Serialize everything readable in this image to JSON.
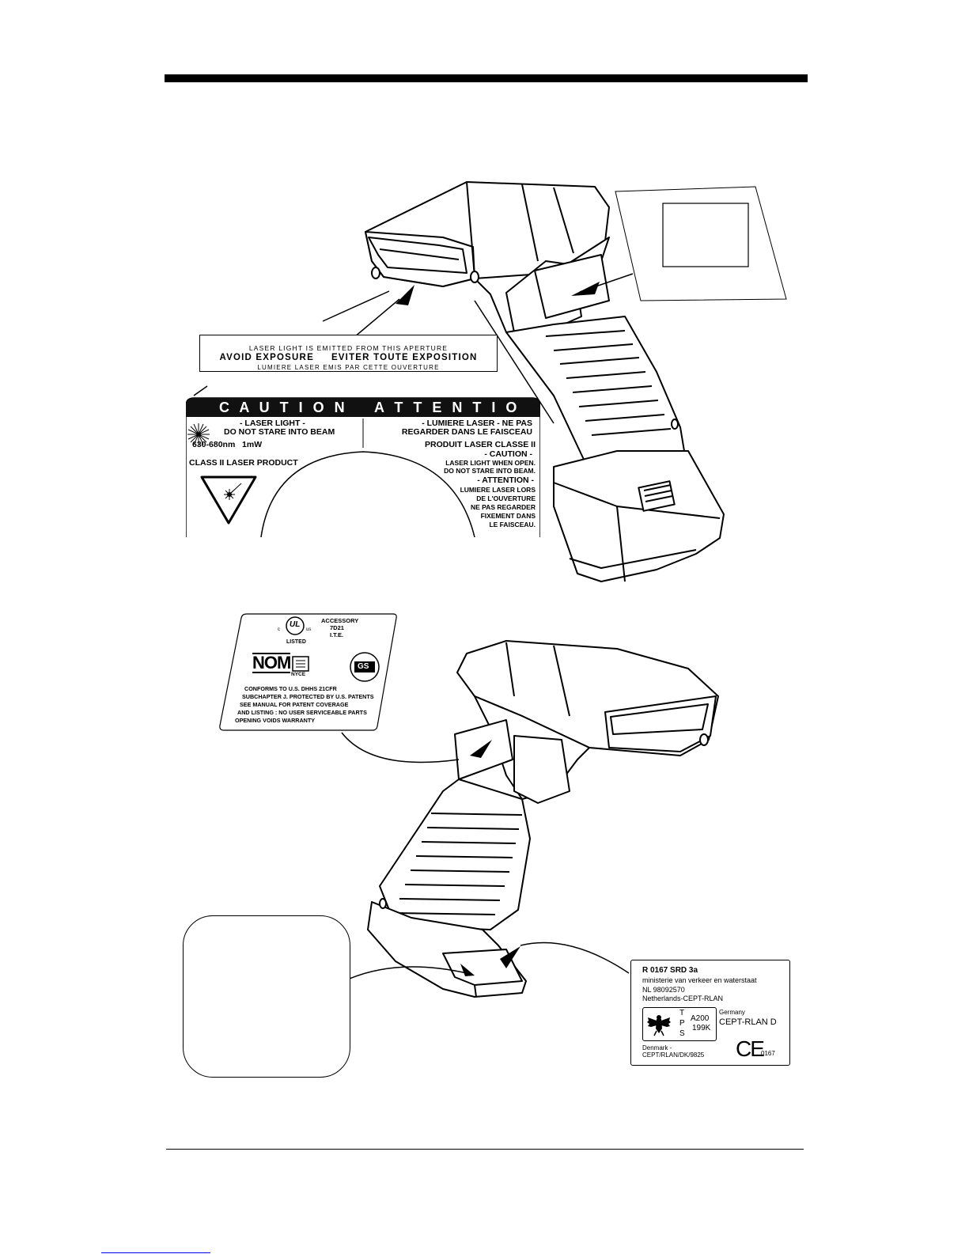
{
  "aperture_label": {
    "line1": "LASER LIGHT IS EMITTED FROM THIS APERTURE",
    "line2a": "AVOID EXPOSURE",
    "line2b": "EVITER TOUTE EXPOSITION",
    "line3": "LUMIERE LASER EMIS PAR CETTE OUVERTURE"
  },
  "caution_label": {
    "caution": "C A U T I O N",
    "attention": "A T T E N T I O N",
    "left_1": "- LASER LIGHT -",
    "left_2": "DO NOT STARE INTO BEAM",
    "left_3": "630-680nm   1mW",
    "left_4": "CLASS II LASER PRODUCT",
    "right_1": "- LUMIERE LASER - NE PAS",
    "right_2": "REGARDER DANS LE FAISCEAU",
    "right_3": "PRODUIT LASER CLASSE II",
    "right_4": "- CAUTION -",
    "right_5": "LASER LIGHT WHEN OPEN.",
    "right_6": "DO NOT STARE INTO BEAM.",
    "right_7": "- ATTENTION -",
    "right_8": "LUMIERE LASER LORS",
    "right_9": "DE L'OUVERTURE",
    "right_10": "NE PAS REGARDER",
    "right_11": "FIXEMENT DANS",
    "right_12": "LE FAISCEAU."
  },
  "ul_label": {
    "accessory": "ACCESSORY",
    "code": "7D21",
    "ite": "I.T.E.",
    "c_mark": "c",
    "us_mark": "us",
    "ul": "UL",
    "listed": "LISTED",
    "nom": "NOM",
    "nyce": "NYCE",
    "gs": "GS",
    "line1": "CONFORMS TO U.S. DHHS 21CFR",
    "line2": "SUBCHAPTER J.  PROTECTED BY U.S. PATENTS",
    "line3": "SEE MANUAL FOR PATENT COVERAGE",
    "line4": "AND LISTING : NO USER SERVICEABLE PARTS",
    "line5": "OPENING VOIDS WARRANTY"
  },
  "rf_label": {
    "line1": "R 0167 SRD 3a",
    "line2": "ministerie van verkeer en waterstaat",
    "line3": "NL 98092570",
    "line4": "Netherlands-CEPT-RLAN",
    "germany": "Germany",
    "cept_d": "CEPT-RLAN D",
    "t": "T",
    "p": "P",
    "s": "S",
    "a200": "A200",
    "k199": "199K",
    "denmark1": "Denmark -",
    "denmark2": "CEPT/RLAN/DK/9825",
    "ce": "CE",
    "ce_num": "0167"
  },
  "colors": {
    "ink": "#000000",
    "paper": "#ffffff",
    "link": "#0000ee"
  }
}
